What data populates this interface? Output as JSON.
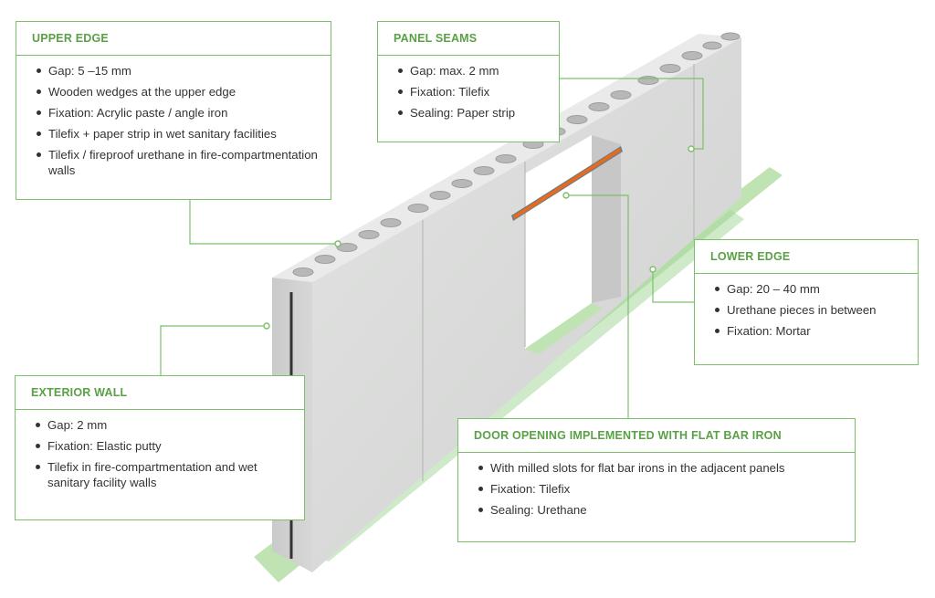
{
  "colors": {
    "accent_green": "#5aa046",
    "line_green": "#7cc06a",
    "ground_green": "#bfe3b3",
    "panel_gray": "#d8d9d8",
    "flat_bar_orange": "#ea6a1c"
  },
  "callouts": {
    "upper_edge": {
      "title": "UPPER EDGE",
      "items": [
        "Gap: 5 –15 mm",
        "Wooden wedges at the upper edge",
        "Fixation: Acrylic paste / angle iron",
        "Tilefix +  paper strip in wet sanitary facilities",
        "Tilefix / fireproof urethane in fire-compartmentation walls"
      ]
    },
    "panel_seams": {
      "title": "PANEL SEAMS",
      "items": [
        "Gap: max. 2 mm",
        "Fixation: Tilefix",
        "Sealing: Paper strip"
      ]
    },
    "lower_edge": {
      "title": "LOWER EDGE",
      "items": [
        "Gap: 20 – 40 mm",
        "Urethane pieces in between",
        "Fixation: Mortar"
      ]
    },
    "exterior_wall": {
      "title": "EXTERIOR WALL",
      "items": [
        "Gap: 2 mm",
        "Fixation: Elastic putty",
        "Tilefix in fire-compartmentation and wet sanitary facility walls"
      ]
    },
    "door_opening": {
      "title": "DOOR OPENING IMPLEMENTED WITH FLAT BAR IRON",
      "items": [
        "With milled slots for flat bar irons in the adjacent panels",
        "Fixation: Tilefix",
        "Sealing: Urethane"
      ]
    }
  }
}
